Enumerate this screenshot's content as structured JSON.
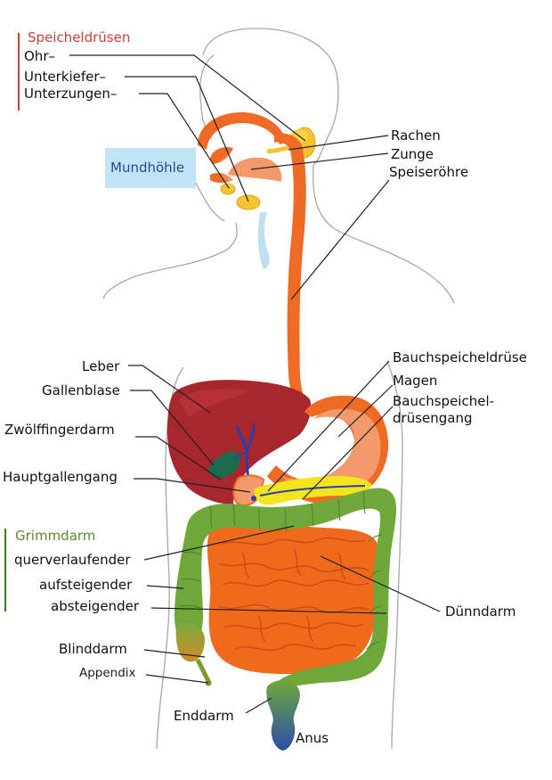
{
  "labels": {
    "speicheldruesen": "Speicheldrüsen",
    "ohr": "Ohr–",
    "unterkiefer": "Unterkiefer–",
    "unterzungen": "Unterzungen–",
    "mundhoehle": "Mundhöhle",
    "rachen": "Rachen",
    "zunge": "Zunge",
    "speiseroehre": "Speiseröhre",
    "leber": "Leber",
    "gallenblase": "Gallenblase",
    "zwoelffingerdarm": "Zwölffingerdarm",
    "hauptgallengang": "Hauptgallengang",
    "bauchspeicheldruese": "Bauchspeicheldrüse",
    "magen": "Magen",
    "bauchspeichelgang_1": "Bauchspeichel-",
    "bauchspeichelgang_2": "drüsengang",
    "grimmdarm": "Grimmdarm",
    "querverlaufender": "querverlaufender",
    "aufsteigender": "aufsteigender",
    "absteigender": "absteigender",
    "duenndarm": "Dünndarm",
    "blinddarm": "Blinddarm",
    "appendix": "Appendix",
    "enddarm": "Enddarm",
    "anus": "Anus"
  },
  "colors": {
    "esophagus": "#ee6a25",
    "liver": "#a8262e",
    "stomach": "#f29a6c",
    "pancreas": "#f3e41d",
    "gallbladder": "#1b6b4e",
    "colon": "#6fa83a",
    "small_intestine": "#f06a1e",
    "rectum": "#2e6b8a",
    "salivary": "#f3c430",
    "bile_duct": "#2840a8",
    "mouth_box": "#bfe4f5",
    "group_red": "#c8423a",
    "group_green": "#5a8a2c"
  }
}
